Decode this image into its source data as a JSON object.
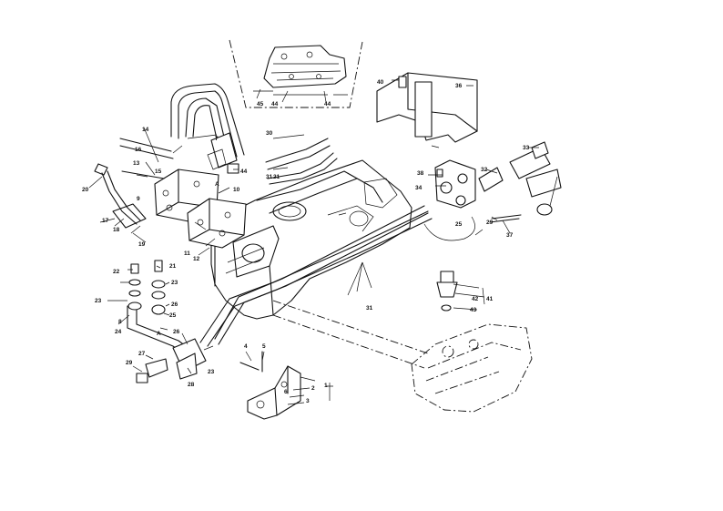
{
  "callouts": [
    {
      "id": "c1",
      "text": "1"
    },
    {
      "id": "c2",
      "text": "2"
    },
    {
      "id": "c3",
      "text": "3"
    },
    {
      "id": "c4",
      "text": "4"
    },
    {
      "id": "c5",
      "text": "5"
    },
    {
      "id": "c6",
      "text": "6"
    },
    {
      "id": "c7",
      "text": "7"
    },
    {
      "id": "c8",
      "text": "8"
    },
    {
      "id": "c9",
      "text": "9"
    },
    {
      "id": "c10",
      "text": "10"
    },
    {
      "id": "c11",
      "text": "11"
    },
    {
      "id": "c12",
      "text": "12"
    },
    {
      "id": "c13",
      "text": "13"
    },
    {
      "id": "c14",
      "text": "14"
    },
    {
      "id": "c15",
      "text": "15"
    },
    {
      "id": "c16",
      "text": "16"
    },
    {
      "id": "c17",
      "text": "17"
    },
    {
      "id": "c18",
      "text": "18"
    },
    {
      "id": "c19",
      "text": "19"
    },
    {
      "id": "c20",
      "text": "20"
    },
    {
      "id": "c21",
      "text": "21"
    },
    {
      "id": "c21b",
      "text": "21"
    },
    {
      "id": "c22",
      "text": "22"
    },
    {
      "id": "c23",
      "text": "23"
    },
    {
      "id": "c23b",
      "text": "23"
    },
    {
      "id": "c23c",
      "text": "23"
    },
    {
      "id": "c24",
      "text": "24"
    },
    {
      "id": "c25",
      "text": "25"
    },
    {
      "id": "c25b",
      "text": "25"
    },
    {
      "id": "c26",
      "text": "26"
    },
    {
      "id": "c26b",
      "text": "26"
    },
    {
      "id": "c27",
      "text": "27"
    },
    {
      "id": "c28",
      "text": "28"
    },
    {
      "id": "c29",
      "text": "29"
    },
    {
      "id": "c29b",
      "text": "29"
    },
    {
      "id": "c30",
      "text": "30"
    },
    {
      "id": "c31",
      "text": "31"
    },
    {
      "id": "c31b",
      "text": "31"
    },
    {
      "id": "c32",
      "text": "32"
    },
    {
      "id": "c33",
      "text": "33"
    },
    {
      "id": "c34",
      "text": "34"
    },
    {
      "id": "c36",
      "text": "36"
    },
    {
      "id": "c37",
      "text": "37"
    },
    {
      "id": "c38",
      "text": "38"
    },
    {
      "id": "c40",
      "text": "40"
    },
    {
      "id": "c41",
      "text": "41"
    },
    {
      "id": "c42",
      "text": "42"
    },
    {
      "id": "c43",
      "text": "43"
    },
    {
      "id": "c44",
      "text": "44"
    },
    {
      "id": "c44b",
      "text": "44"
    },
    {
      "id": "c44c",
      "text": "44"
    },
    {
      "id": "c45",
      "text": "45"
    },
    {
      "id": "cA",
      "text": "A"
    },
    {
      "id": "cA2",
      "text": "A"
    }
  ]
}
